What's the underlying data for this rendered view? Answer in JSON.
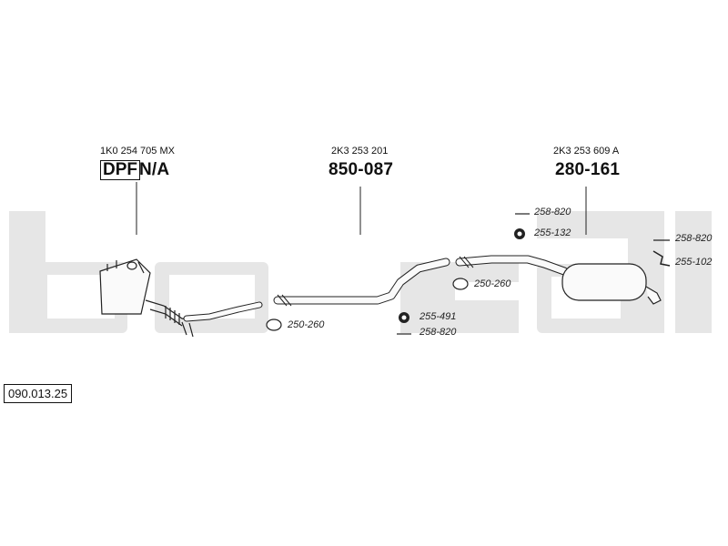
{
  "watermark": {
    "text": "bosal",
    "color": "#e6e6e6"
  },
  "parts": {
    "dpf": {
      "oem": "1K0 254 705 MX",
      "box_label": "DPF",
      "number": "N/A"
    },
    "middle": {
      "oem": "2K3 253 201",
      "number": "850-087"
    },
    "rear": {
      "oem": "2K3 253 609 A",
      "number": "280-161"
    }
  },
  "accessories": {
    "clamp_front": "250-260",
    "clamp_mid": "250-260",
    "ring_mid": "255-491",
    "bolt_mid": "258-820",
    "bolt_rear_top": "258-820",
    "ring_rear_top": "255-132",
    "bolt_far_right": "258-820",
    "hanger_far_right": "255-102"
  },
  "reference": "090.013.25"
}
